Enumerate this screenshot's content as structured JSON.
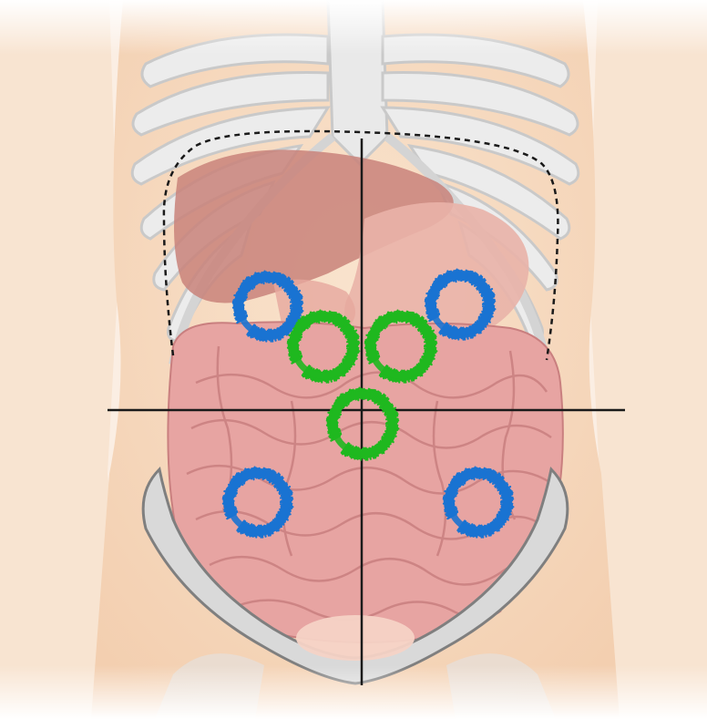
{
  "diagram": {
    "colors": {
      "skin": "#f7dcc2",
      "skin_shadow": "#efc6a3",
      "bone": "#e6e6e6",
      "bone_outline": "#c9c9c9",
      "liver": "#c9837a",
      "stomach": "#e8b0a8",
      "intestine": "#e7a4a2",
      "intestine_outline": "#c97f7f",
      "pelvis": "#d9d9d9",
      "pelvis_outline": "#7f7f7f",
      "bladder": "#f6d3c6",
      "line": "#1a1a1a",
      "blue_marker": "#1a73d1",
      "green_marker": "#1fb81f"
    },
    "crosshair": {
      "lines": [
        "vertical-midline",
        "horizontal-umbilical-line"
      ]
    },
    "markers": [
      {
        "id": "upper-left-blue",
        "color": "blue"
      },
      {
        "id": "upper-right-blue",
        "color": "blue"
      },
      {
        "id": "lower-left-blue",
        "color": "blue"
      },
      {
        "id": "lower-right-blue",
        "color": "blue"
      },
      {
        "id": "epigastric-left-green",
        "color": "green"
      },
      {
        "id": "epigastric-right-green",
        "color": "green"
      },
      {
        "id": "umbilical-green",
        "color": "green"
      }
    ]
  }
}
